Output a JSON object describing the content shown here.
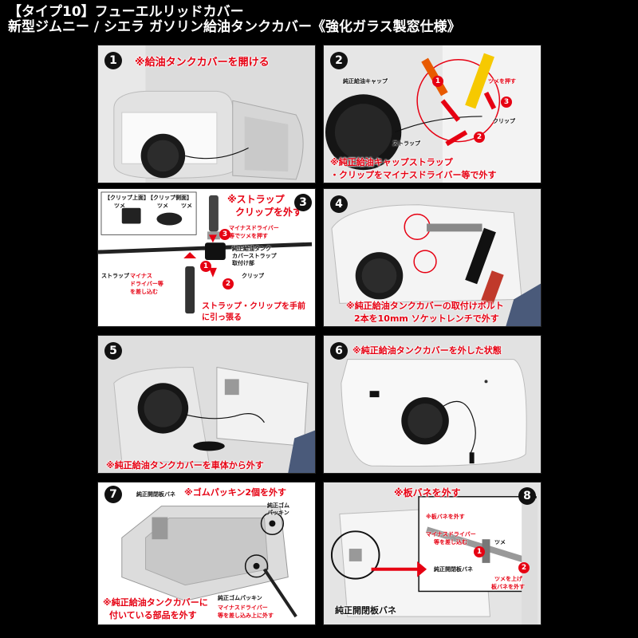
{
  "header": {
    "line1": "【タイプ10】フューエルリッドカバー",
    "line2": "新型ジムニー / シエラ ガソリン給油タンクカバー《強化ガラス製窓仕様》"
  },
  "panels": [
    {
      "num": "1",
      "caption": "※給油タンクカバーを開ける"
    },
    {
      "num": "2",
      "caption1": "※純正給油キャップストラップ",
      "caption2": "・クリップをマイナスドライバー等で外す",
      "labels": {
        "cap": "純正給油キャップ",
        "claw": "ツメを押す",
        "clip": "クリップ",
        "strap": "ストラップ"
      },
      "badges": [
        "1",
        "2",
        "3"
      ]
    },
    {
      "num": "3",
      "caption1": "※ストラップ",
      "caption2": "クリップを外す",
      "labels": {
        "clip_top": "【クリップ上面】",
        "clip_side": "【クリップ側面】",
        "tsume_a": "ツメ",
        "tsume_b": "ツメ",
        "tsume_c": "ツメ",
        "push1": "マイナスドライバー",
        "push2": "等でツメを押す",
        "mount1": "純正給油タンク",
        "mount2": "カバーストラップ",
        "mount3": "取付け部",
        "strap": "ストラップ",
        "clip": "クリップ",
        "insert1": "マイナス",
        "insert2": "ドライバー等",
        "insert3": "を差し込む",
        "pull1": "ストラップ・クリップを手前",
        "pull2": "に引っ張る"
      },
      "badges": [
        "1",
        "2",
        "3"
      ]
    },
    {
      "num": "4",
      "caption1": "※純正給油タンクカバーの取付けボルト",
      "caption2": "2本を10mm ソケットレンチで外す"
    },
    {
      "num": "5",
      "caption": "※純正給油タンクカバーを車体から外す"
    },
    {
      "num": "6",
      "caption": "※純正給油タンクカバーを外した状態"
    },
    {
      "num": "7",
      "caption_top": "※ゴムパッキン2個を外す",
      "caption1": "※純正給油タンクカバーに",
      "caption2": "付いている部品を外す",
      "labels": {
        "spring": "純正開閉板バネ",
        "gasket_a1": "純正ゴム",
        "gasket_a2": "パッキン",
        "gasket_b": "純正ゴムパッキン",
        "insert1": "マイナスドライバー",
        "insert2": "等を差し込み上に外す"
      }
    },
    {
      "num": "8",
      "caption_top": "※板バネを外す",
      "labels": {
        "inset_title": "※板バネを外す",
        "insert1": "マイナスドライバー",
        "insert2": "等を差し込む",
        "tsume": "ツメ",
        "lift1": "ツメを上げ",
        "lift2": "板バネを外す",
        "spring_a": "純正開閉板バネ",
        "spring_b": "純正開閉板バネ"
      },
      "badges": [
        "1",
        "2"
      ]
    }
  ],
  "colors": {
    "accent": "#e60012",
    "frame": "#000000",
    "panel_bg": "#f2f2f2"
  }
}
